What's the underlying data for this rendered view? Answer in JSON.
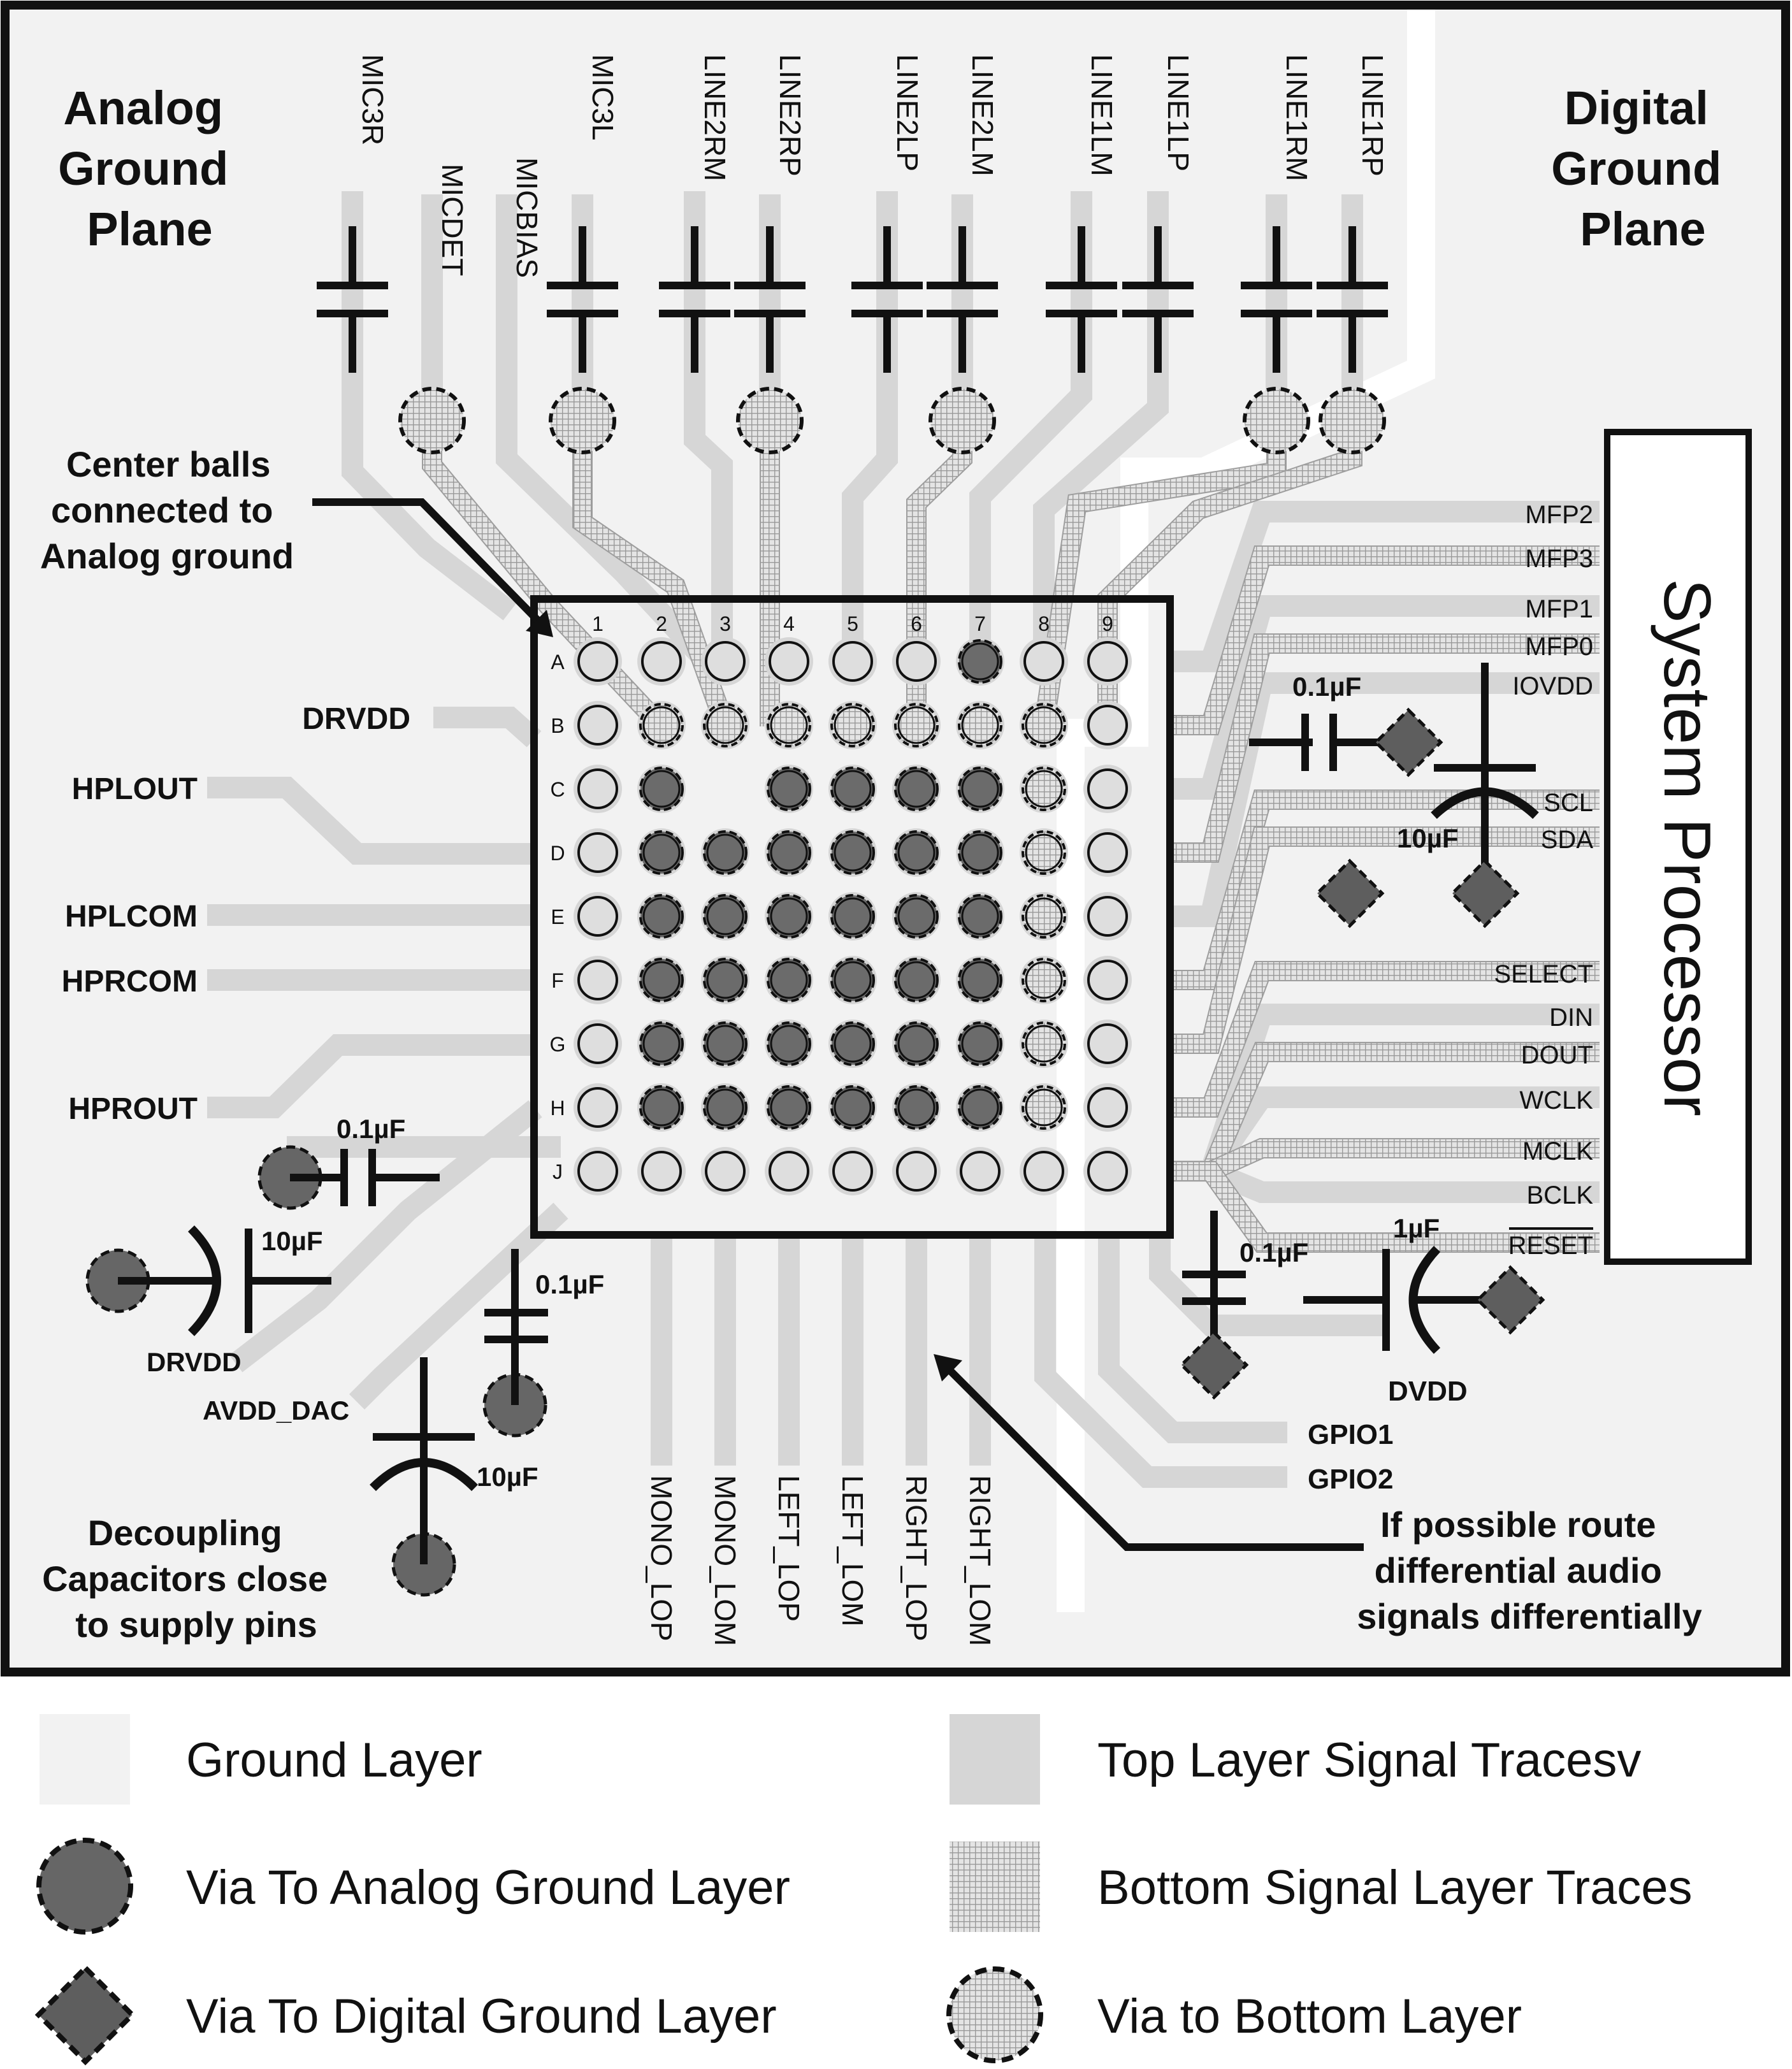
{
  "colors": {
    "ground": "#f2f2f2",
    "top_trace": "#d6d6d6",
    "bottom_trace_grid": "#aaaaaa",
    "analog_via": "#666666",
    "digital_via": "#5e5e5e",
    "ball_light": "#dedede",
    "ball_dark": "#6b6b6b",
    "ink": "#111111"
  },
  "planes": {
    "analog": [
      "Analog",
      "Ground",
      "Plane"
    ],
    "digital": [
      "Digital",
      "Ground",
      "Plane"
    ]
  },
  "top_pins": [
    "MIC3R",
    "MICDET",
    "MICBIAS",
    "MIC3L",
    "LINE2RM",
    "LINE2RP",
    "LINE2LP",
    "LINE2LM",
    "LINE1LM",
    "LINE1LP",
    "LINE1RM",
    "LINE1RP"
  ],
  "left_pins": [
    "DRVDD",
    "HPLOUT",
    "HPLCOM",
    "HPRCOM",
    "HPROUT"
  ],
  "bottom_pins": [
    "MONO_LOP",
    "MONO_LOM",
    "LEFT_LOP",
    "LEFT_LOM",
    "RIGHT_LOP",
    "RIGHT_LOM"
  ],
  "right_pins": [
    "MFP2",
    "MFP3",
    "MFP1",
    "MFP0",
    "IOVDD",
    "SCL",
    "SDA",
    "SELECT",
    "DIN",
    "DOUT",
    "WCLK",
    "MCLK",
    "BCLK",
    "RESET"
  ],
  "lower_right_pins": [
    "GPIO1",
    "GPIO2",
    "DVDD"
  ],
  "bga": {
    "columns": [
      "1",
      "2",
      "3",
      "4",
      "5",
      "6",
      "7",
      "8",
      "9"
    ],
    "rows": [
      "A",
      "B",
      "C",
      "D",
      "E",
      "F",
      "G",
      "H",
      "J"
    ]
  },
  "capacitors": {
    "c_0_1uF": "0.1µF",
    "c_10uF": "10µF",
    "c_1uF": "1µF",
    "supply_drvdd": "DRVDD",
    "supply_avdd_dac": "AVDD_DAC"
  },
  "processor": "System Processor",
  "notes": {
    "center_balls": [
      "Center balls",
      "connected to",
      "Analog ground"
    ],
    "decoupling": [
      "Decoupling",
      "Capacitors close",
      "to supply pins"
    ],
    "differential": [
      "If possible route",
      "differential audio",
      "signals differentially"
    ]
  },
  "legend": [
    {
      "key": "ground_layer",
      "label": "Ground Layer"
    },
    {
      "key": "top_traces",
      "label": "Top Layer Signal Tracesv"
    },
    {
      "key": "via_analog",
      "label": "Via To Analog Ground Layer"
    },
    {
      "key": "bottom_traces",
      "label": "Bottom Signal Layer Traces"
    },
    {
      "key": "via_digital",
      "label": "Via To Digital Ground Layer"
    },
    {
      "key": "via_bottom",
      "label": "Via to Bottom Layer"
    }
  ]
}
